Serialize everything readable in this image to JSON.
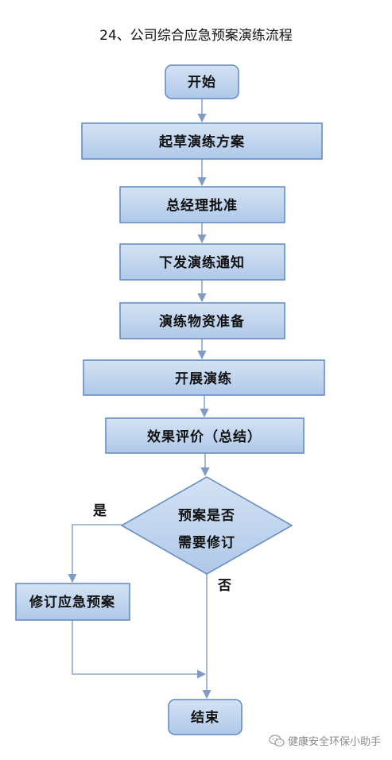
{
  "title": "24、公司综合应急预案演练流程",
  "nodes": {
    "start": "开始",
    "draft": "起草演练方案",
    "approve": "总经理批准",
    "notify": "下发演练通知",
    "prepare": "演练物资准备",
    "conduct": "开展演练",
    "evaluate": "效果评价（总结）",
    "decision_line1": "预案是否",
    "decision_line2": "需要修订",
    "revise": "修订应急预案",
    "end": "结束"
  },
  "branches": {
    "yes": "是",
    "no": "否"
  },
  "watermark": {
    "icon": "wechat-icon",
    "text": "健康安全环保小助手"
  },
  "colors": {
    "box_fill": "#c2d6ee",
    "box_stroke": "#5f88c2",
    "line": "#8ea6c8"
  }
}
